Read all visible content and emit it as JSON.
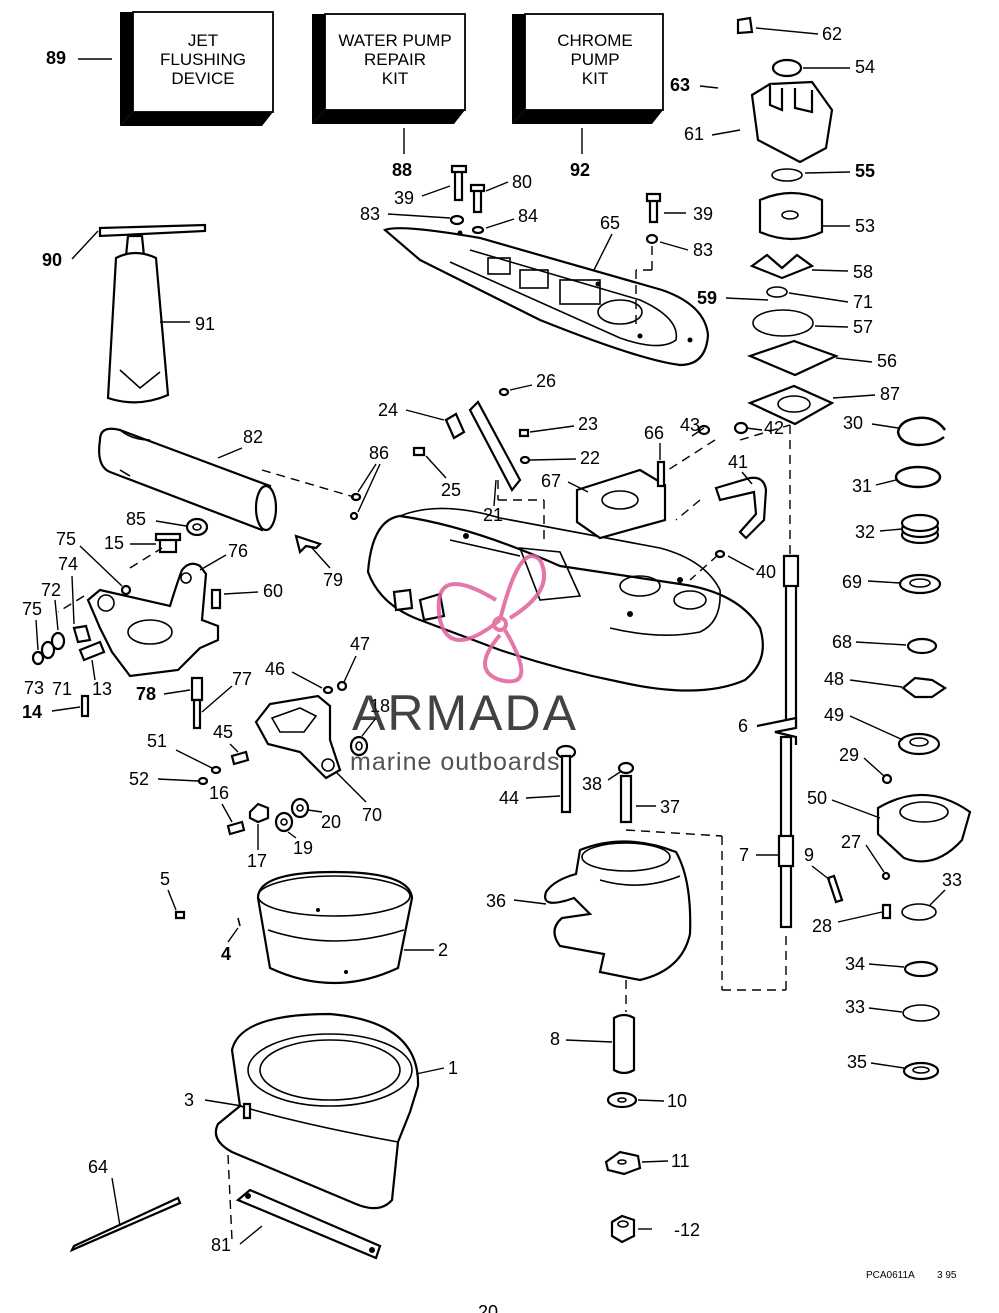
{
  "kits": [
    {
      "id": "jet-flushing",
      "line1": "JET",
      "line2": "FLUSHING",
      "line3": "DEVICE",
      "ref": "89"
    },
    {
      "id": "water-pump",
      "line1": "WATER PUMP",
      "line2": "REPAIR",
      "line3": "KIT",
      "ref": "88"
    },
    {
      "id": "chrome-pump",
      "line1": "CHROME",
      "line2": "PUMP",
      "line3": "KIT",
      "ref": "92"
    }
  ],
  "callouts": {
    "c62": "62",
    "c54": "54",
    "c63": "63",
    "c61": "61",
    "c55": "55",
    "c53": "53",
    "c58": "58",
    "c59": "59",
    "c71a": "71",
    "c57": "57",
    "c56": "56",
    "c87": "87",
    "c30": "30",
    "c31": "31",
    "c32": "32",
    "c69": "69",
    "c68": "68",
    "c48": "48",
    "c49": "49",
    "c29": "29",
    "c50": "50",
    "c27": "27",
    "c33a": "33",
    "c28": "28",
    "c34": "34",
    "c33b": "33",
    "c35": "35",
    "c9": "9",
    "c7": "7",
    "c6": "6",
    "c90": "90",
    "c91": "91",
    "c39a": "39",
    "c80": "80",
    "c83a": "83",
    "c84": "84",
    "c65": "65",
    "c39b": "39",
    "c83b": "83",
    "c26": "26",
    "c24": "24",
    "c23": "23",
    "c22": "22",
    "c66": "66",
    "c43": "43",
    "c42": "42",
    "c41": "41",
    "c25": "25",
    "c86": "86",
    "c67": "67",
    "c21": "21",
    "c40": "40",
    "c82": "82",
    "c85": "85",
    "c15": "15",
    "c76": "76",
    "c79": "79",
    "c75a": "75",
    "c74": "74",
    "c72": "72",
    "c75b": "75",
    "c60": "60",
    "c73": "73",
    "c71b": "71",
    "c13": "13",
    "c14": "14",
    "c78": "78",
    "c77": "77",
    "c46": "46",
    "c47": "47",
    "c18": "18",
    "c51": "51",
    "c45": "45",
    "c52": "52",
    "c16": "16",
    "c17": "17",
    "c19": "19",
    "c20": "20",
    "c70": "70",
    "c44": "44",
    "c38": "38",
    "c37": "37",
    "c36": "36",
    "c5": "5",
    "c4": "4",
    "c2": "2",
    "c8": "8",
    "c1": "1",
    "c3": "3",
    "c10": "10",
    "c11": "11",
    "c12": "-12",
    "c64": "64",
    "c81": "81"
  },
  "watermark": {
    "brand": "ARMADA",
    "tagline": "marine outboards",
    "accent": "#e0609a"
  },
  "footer": {
    "code": "PCA0611A",
    "date": "3 95",
    "page": "20"
  }
}
